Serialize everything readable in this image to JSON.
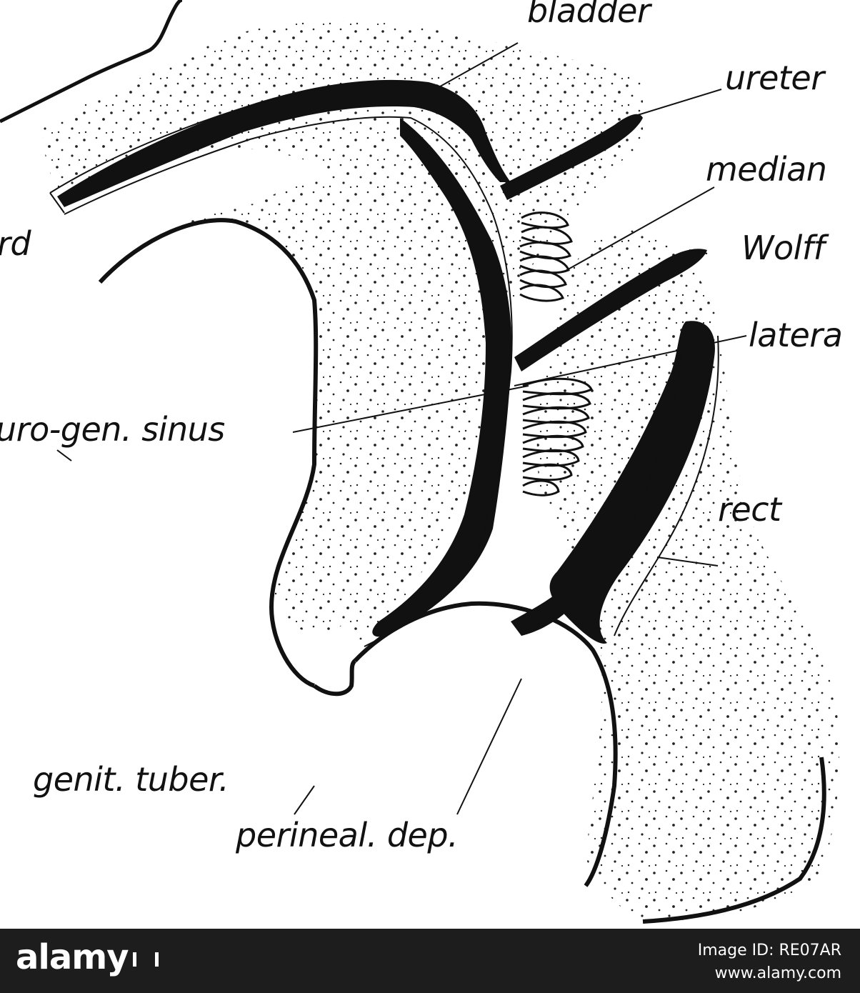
{
  "labels": {
    "bladder": "bladder",
    "ureter": "ureter",
    "median": "median",
    "wolff": "Wolff",
    "lateral": "latera",
    "cord": "rd",
    "uro_gen_sinus": "uro-gen. sinus",
    "rect": "rect",
    "genit_tuber": "genit. tuber.",
    "perineal_dep": "perineal. dep."
  },
  "footer": {
    "brand": "alamy",
    "image_id": "Image ID: RE07AR",
    "site": "www.alamy.com"
  },
  "colors": {
    "ink": "#111111",
    "footer_bg": "#1d1d1d",
    "footer_text": "#ffffff"
  }
}
